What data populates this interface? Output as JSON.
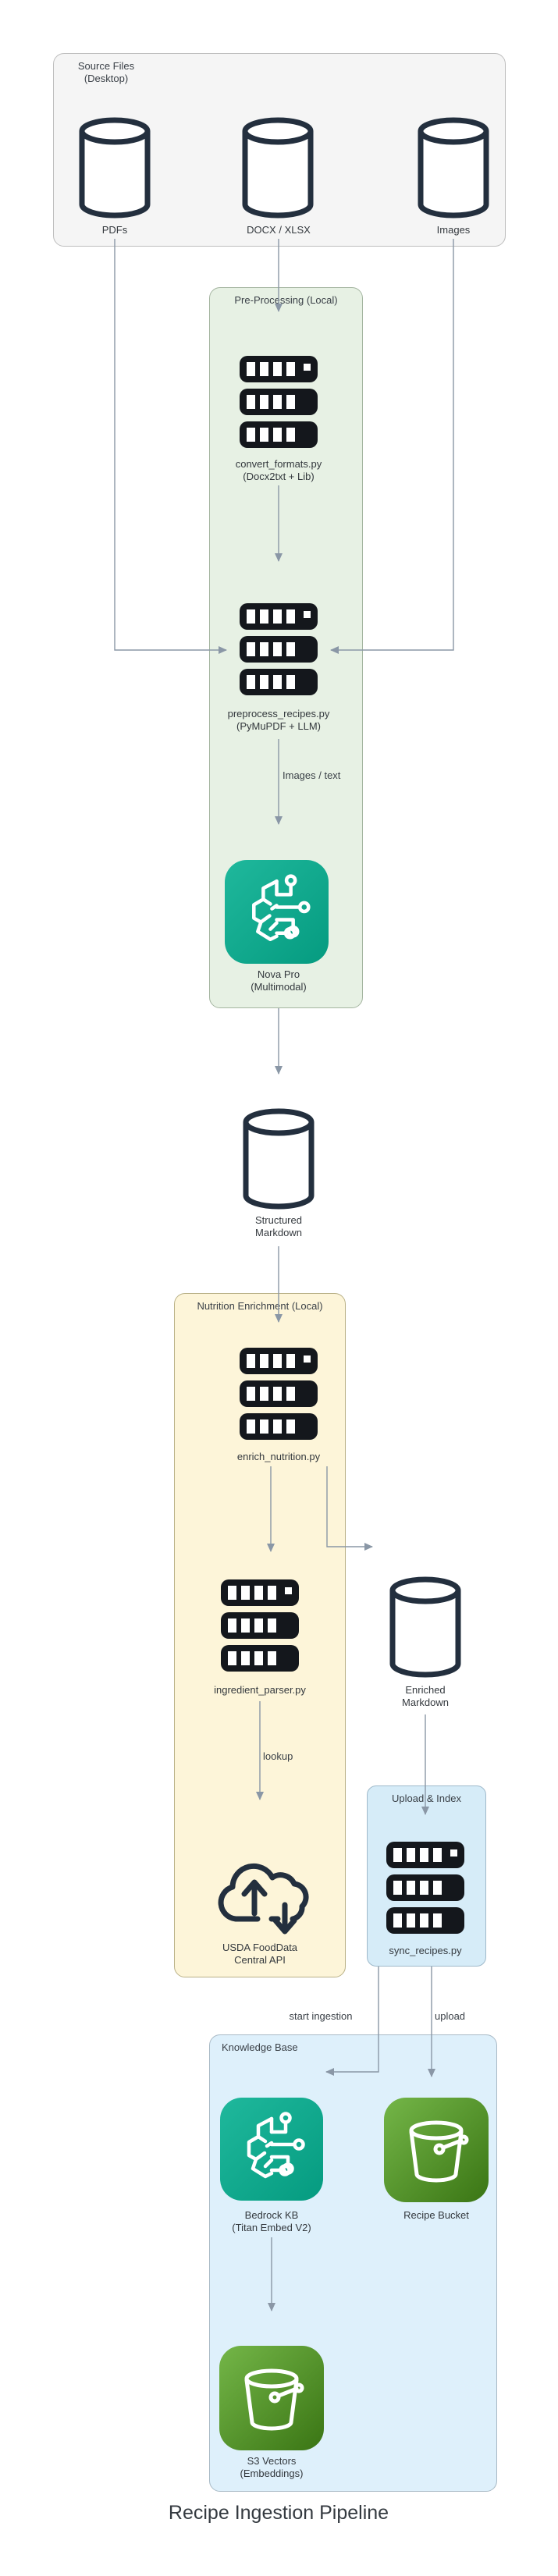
{
  "diagram_title": "Recipe Ingestion Pipeline",
  "groups": {
    "source_files": {
      "title": "Source Files\n(Desktop)"
    },
    "pre_processing": {
      "title": "Pre-Processing (Local)"
    },
    "nutrition_enrichment": {
      "title": "Nutrition Enrichment (Local)"
    },
    "upload_index": {
      "title": "Upload & Index"
    },
    "knowledge_base": {
      "title": "Knowledge Base"
    }
  },
  "nodes": {
    "pdfs": {
      "label": "PDFs",
      "type": "database"
    },
    "docx_xlsx": {
      "label": "DOCX / XLSX",
      "type": "database"
    },
    "images": {
      "label": "Images",
      "type": "database"
    },
    "convert_formats": {
      "label": "convert_formats.py\n(Docx2txt + Lib)",
      "type": "server-stack"
    },
    "preprocess_recipes": {
      "label": "preprocess_recipes.py\n(PyMuPDF + LLM)",
      "type": "server-stack"
    },
    "nova_pro": {
      "label": "Nova Pro\n(Multimodal)",
      "type": "ai-model"
    },
    "structured_markdown": {
      "label": "Structured\nMarkdown",
      "type": "database"
    },
    "enrich_nutrition": {
      "label": "enrich_nutrition.py",
      "type": "server-stack"
    },
    "ingredient_parser": {
      "label": "ingredient_parser.py",
      "type": "server-stack"
    },
    "usda_api": {
      "label": "USDA FoodData\nCentral API",
      "type": "cloud-api"
    },
    "enriched_markdown": {
      "label": "Enriched\nMarkdown",
      "type": "database"
    },
    "sync_recipes": {
      "label": "sync_recipes.py",
      "type": "server-stack"
    },
    "bedrock_kb": {
      "label": "Bedrock KB\n(Titan Embed V2)",
      "type": "ai-model"
    },
    "recipe_bucket": {
      "label": "Recipe Bucket",
      "type": "s3-bucket"
    },
    "s3_vectors": {
      "label": "S3 Vectors\n(Embeddings)",
      "type": "s3-bucket"
    }
  },
  "edge_labels": {
    "images_text": "Images / text",
    "lookup": "lookup",
    "start_ingestion": "start ingestion",
    "upload": "upload"
  },
  "colors": {
    "connector": "#8a97a6",
    "shape_outline": "#232f3e",
    "ai_teal_light": "#1fb89c",
    "ai_teal_dark": "#059b80",
    "bucket_green_light": "#74b648",
    "bucket_green_dark": "#3a7514",
    "source_fill": "#f5f5f5",
    "preprocess_fill": "#e7f1e4",
    "nutrition_fill": "#fdf5d9",
    "upload_fill": "#d6ecf8",
    "kb_fill": "#def0fb"
  }
}
